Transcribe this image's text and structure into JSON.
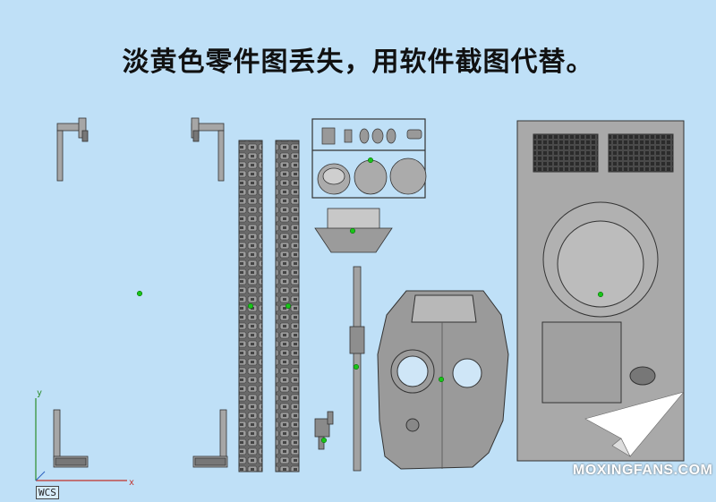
{
  "caption": "淡黄色零件图丢失，用软件截图代替。",
  "axes": {
    "y_label": "y",
    "x_label": "x",
    "coord_system": "WCS"
  },
  "watermark": "MOXINGFANS.COM",
  "colors": {
    "background": "#bfe0f7",
    "part_fill": "#a6a6a6",
    "part_dark": "#5a5a5a",
    "part_stroke": "#333333",
    "marker": "#19c419",
    "axis_x": "#c0302a",
    "axis_y": "#2a8c2a"
  }
}
